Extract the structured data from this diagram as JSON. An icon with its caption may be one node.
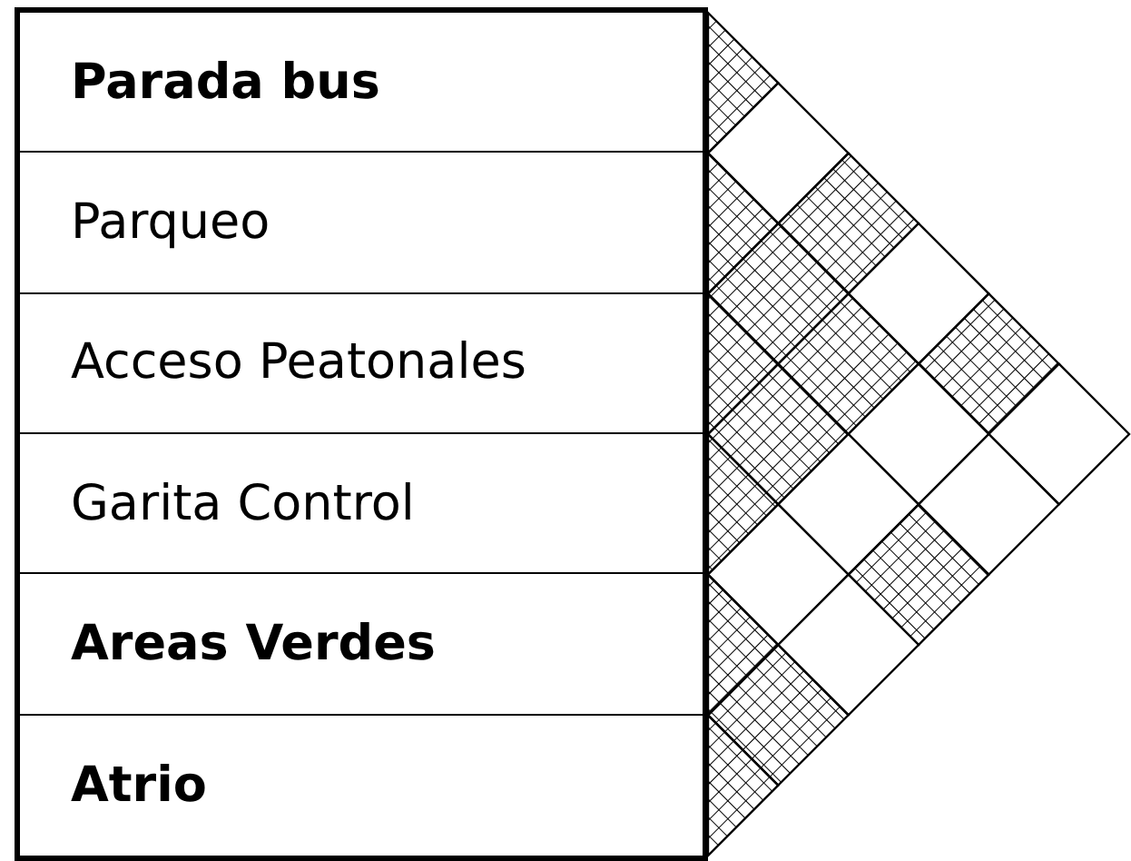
{
  "diagram": {
    "nodes": [
      {
        "text": [
          "Parada bus"
        ]
      },
      {
        "text": [
          "Parqueo"
        ]
      },
      {
        "text": [
          "Acceso Peatonales"
        ]
      },
      {
        "text": [
          "Garita Control"
        ]
      },
      {
        "text": [
          "Areas Verdes"
        ]
      },
      {
        "text": [
          "Atrio"
        ]
      }
    ]
  }
}
